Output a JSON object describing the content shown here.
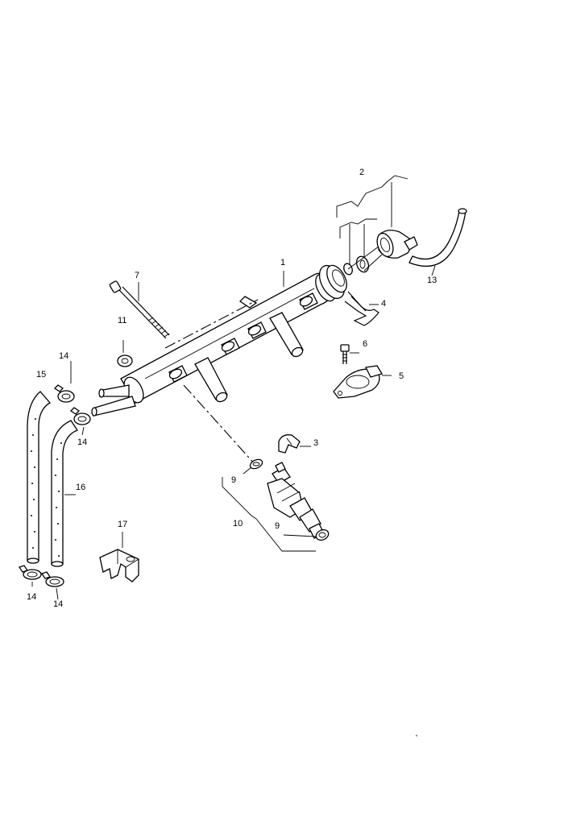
{
  "diagram": {
    "callouts": [
      "1",
      "2",
      "3",
      "4",
      "5",
      "6",
      "7",
      "9",
      "9",
      "10",
      "11",
      "13",
      "14",
      "14",
      "14",
      "14",
      "15",
      "16",
      "17"
    ]
  }
}
